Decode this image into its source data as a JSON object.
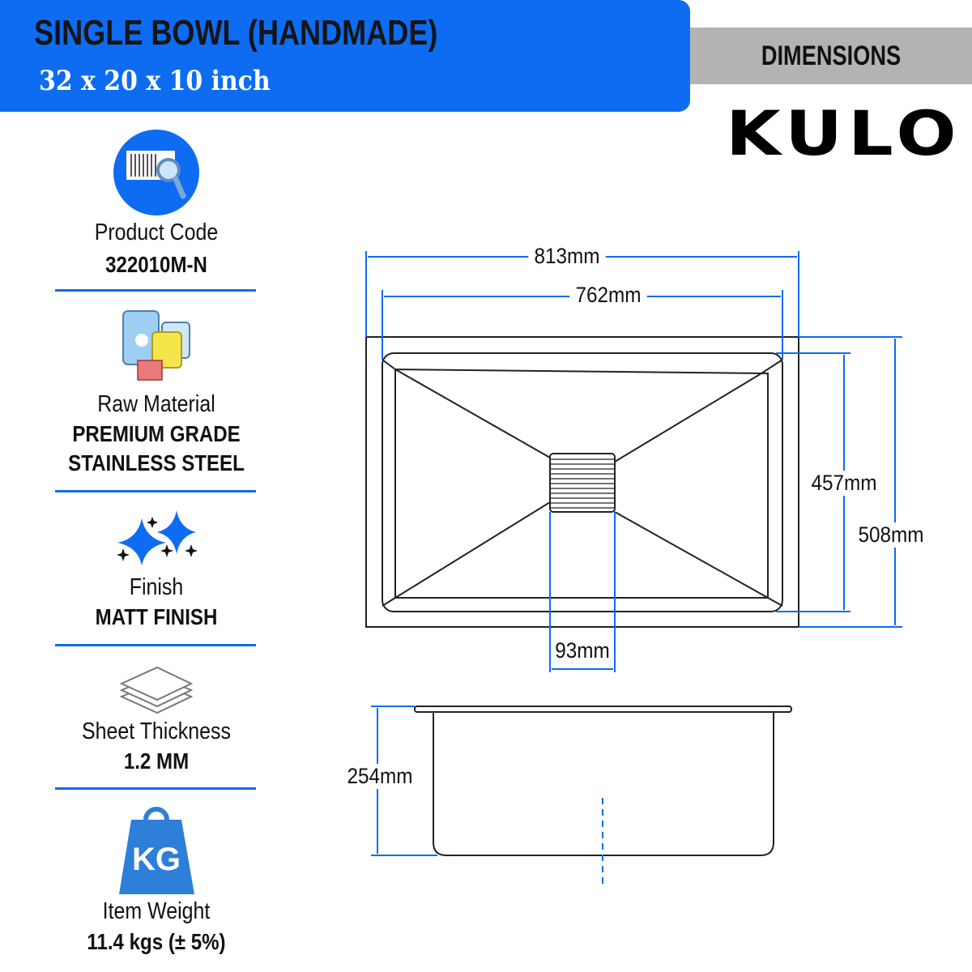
{
  "header": {
    "title": "SINGLE BOWL (HANDMADE)",
    "subtitle": "32 x 20 x 10 inch"
  },
  "section_label": "DIMENSIONS",
  "brand": "KULO",
  "specs": [
    {
      "icon": "barcode-search-icon",
      "label": "Product Code",
      "values": [
        "322010M-N"
      ]
    },
    {
      "icon": "material-drums-icon",
      "label": "Raw Material",
      "values": [
        "PREMIUM GRADE",
        "STAINLESS STEEL"
      ]
    },
    {
      "icon": "sparkles-icon",
      "label": "Finish",
      "values": [
        "MATT FINISH"
      ]
    },
    {
      "icon": "sheets-icon",
      "label": "Sheet Thickness",
      "values": [
        "1.2 MM"
      ]
    },
    {
      "icon": "weight-kg-icon",
      "label": "Item Weight",
      "values": [
        "11.4 kgs (± 5%)"
      ],
      "icon_text": "KG"
    }
  ],
  "dimensions": {
    "outer_width": "813mm",
    "inner_width": "762mm",
    "inner_length": "457mm",
    "outer_length": "508mm",
    "drain": "93mm",
    "depth": "254mm"
  },
  "colors": {
    "accent": "#0d6cf2",
    "band": "#b3b3b3"
  }
}
